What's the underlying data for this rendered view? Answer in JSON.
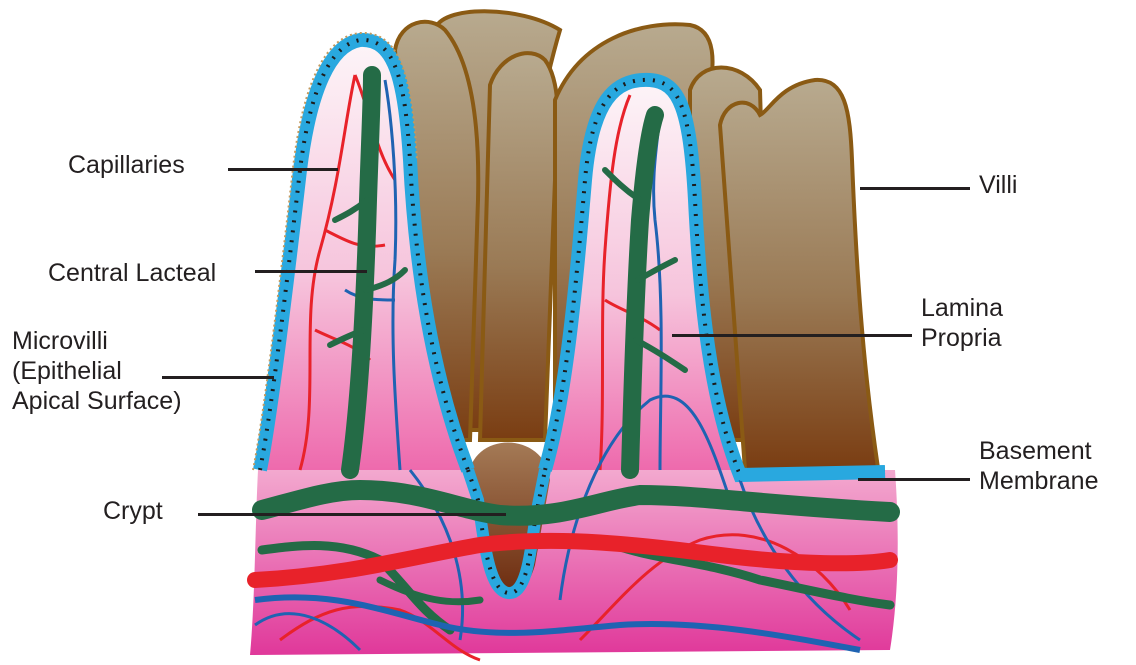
{
  "labels": {
    "capillaries": "Capillaries",
    "central_lacteal": "Central Lacteal",
    "microvilli_line1": "Microvilli",
    "microvilli_line2": "(Epithelial",
    "microvilli_line3": "Apical Surface)",
    "crypt": "Crypt",
    "villi": "Villi",
    "lamina_line1": "Lamina",
    "lamina_line2": "Propria",
    "basement_line1": "Basement",
    "basement_line2": "Membrane"
  },
  "colors": {
    "villus_brown_top": "#b8aa8f",
    "villus_brown_bottom": "#7a3d12",
    "villus_outline": "#8a5a14",
    "lamina_pink": "#ef6fb0",
    "lamina_light": "#fbe6ef",
    "epithelium_blue": "#29a8df",
    "cell_nucleus": "#1c1c1c",
    "lacteal_green": "#246b46",
    "artery_red": "#e8222a",
    "vein_blue": "#1f63b2"
  }
}
